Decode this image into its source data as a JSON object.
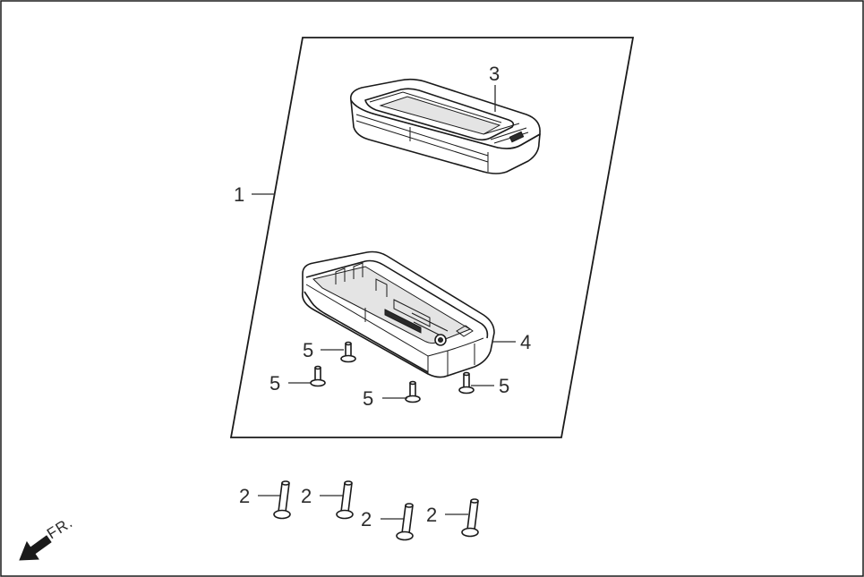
{
  "callouts": {
    "assembly": "1",
    "screw_lower": "2",
    "cover": "3",
    "case": "4",
    "screw_upper": "5"
  },
  "front_indicator": "FR."
}
